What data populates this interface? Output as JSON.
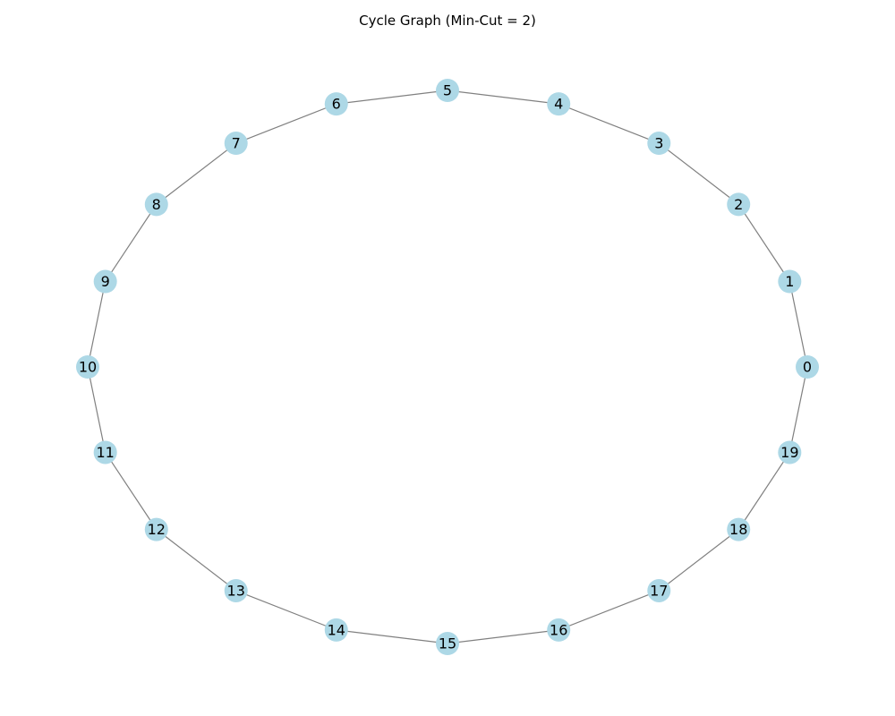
{
  "title": "Cycle Graph (Min-Cut = 2)",
  "colors": {
    "node_fill": "#add8e6",
    "edge": "#808080",
    "label": "#000000",
    "background": "#ffffff"
  },
  "graph": {
    "type": "cycle",
    "nodes": [
      "0",
      "1",
      "2",
      "3",
      "4",
      "5",
      "6",
      "7",
      "8",
      "9",
      "10",
      "11",
      "12",
      "13",
      "14",
      "15",
      "16",
      "17",
      "18",
      "19"
    ],
    "edges": [
      [
        "0",
        "1"
      ],
      [
        "1",
        "2"
      ],
      [
        "2",
        "3"
      ],
      [
        "3",
        "4"
      ],
      [
        "4",
        "5"
      ],
      [
        "5",
        "6"
      ],
      [
        "6",
        "7"
      ],
      [
        "7",
        "8"
      ],
      [
        "8",
        "9"
      ],
      [
        "9",
        "10"
      ],
      [
        "10",
        "11"
      ],
      [
        "11",
        "12"
      ],
      [
        "12",
        "13"
      ],
      [
        "13",
        "14"
      ],
      [
        "14",
        "15"
      ],
      [
        "15",
        "16"
      ],
      [
        "16",
        "17"
      ],
      [
        "17",
        "18"
      ],
      [
        "18",
        "19"
      ],
      [
        "19",
        "0"
      ]
    ]
  }
}
